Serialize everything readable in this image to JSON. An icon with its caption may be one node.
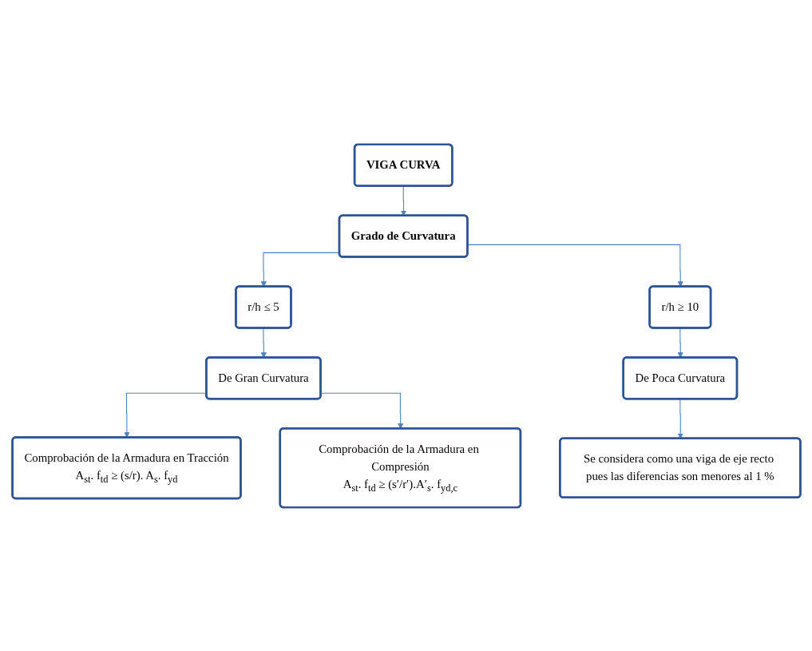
{
  "diagram": {
    "nodes": [
      {
        "text": [
          "VIGA CURVA"
        ]
      },
      {
        "text": [
          "Grado de Curvatura"
        ]
      },
      {
        "text": [
          "r/h ≤ 5"
        ]
      },
      {
        "text": [
          "r/h ≥ 10"
        ]
      },
      {
        "text": [
          "De Gran Curvatura"
        ]
      },
      {
        "text": [
          "De Poca Curvatura"
        ]
      },
      {
        "text": [
          "Comprobación de la Armadura en Tracción",
          "A$_{st}$. f$_{td}$ ≥ (s/r). A$_{s}$. f$_{yd}$"
        ]
      },
      {
        "text": [
          "Se considera como una viga de eje recto pues las diferencias son menores al 1 %"
        ]
      },
      {
        "text": [
          "Comprobación de la Armadura en Compresión",
          "A$_{st}$. f$_{td}$ ≥ (s′/r′).A′$_{s}$. f$_{yd,c}$"
        ]
      }
    ],
    "edges": [
      {
        "from": 0,
        "to": 1,
        "arrow": "to"
      },
      {
        "from": 1,
        "to": 2,
        "arrow": "to"
      },
      {
        "from": 1,
        "to": 3,
        "arrow": "to"
      },
      {
        "from": 2,
        "to": 4,
        "arrow": "to"
      },
      {
        "from": 3,
        "to": 5,
        "arrow": "to"
      },
      {
        "from": 4,
        "to": 6,
        "arrow": "to"
      },
      {
        "from": 4,
        "to": 8,
        "arrow": "to"
      },
      {
        "from": 5,
        "to": 7,
        "arrow": "to"
      }
    ]
  }
}
